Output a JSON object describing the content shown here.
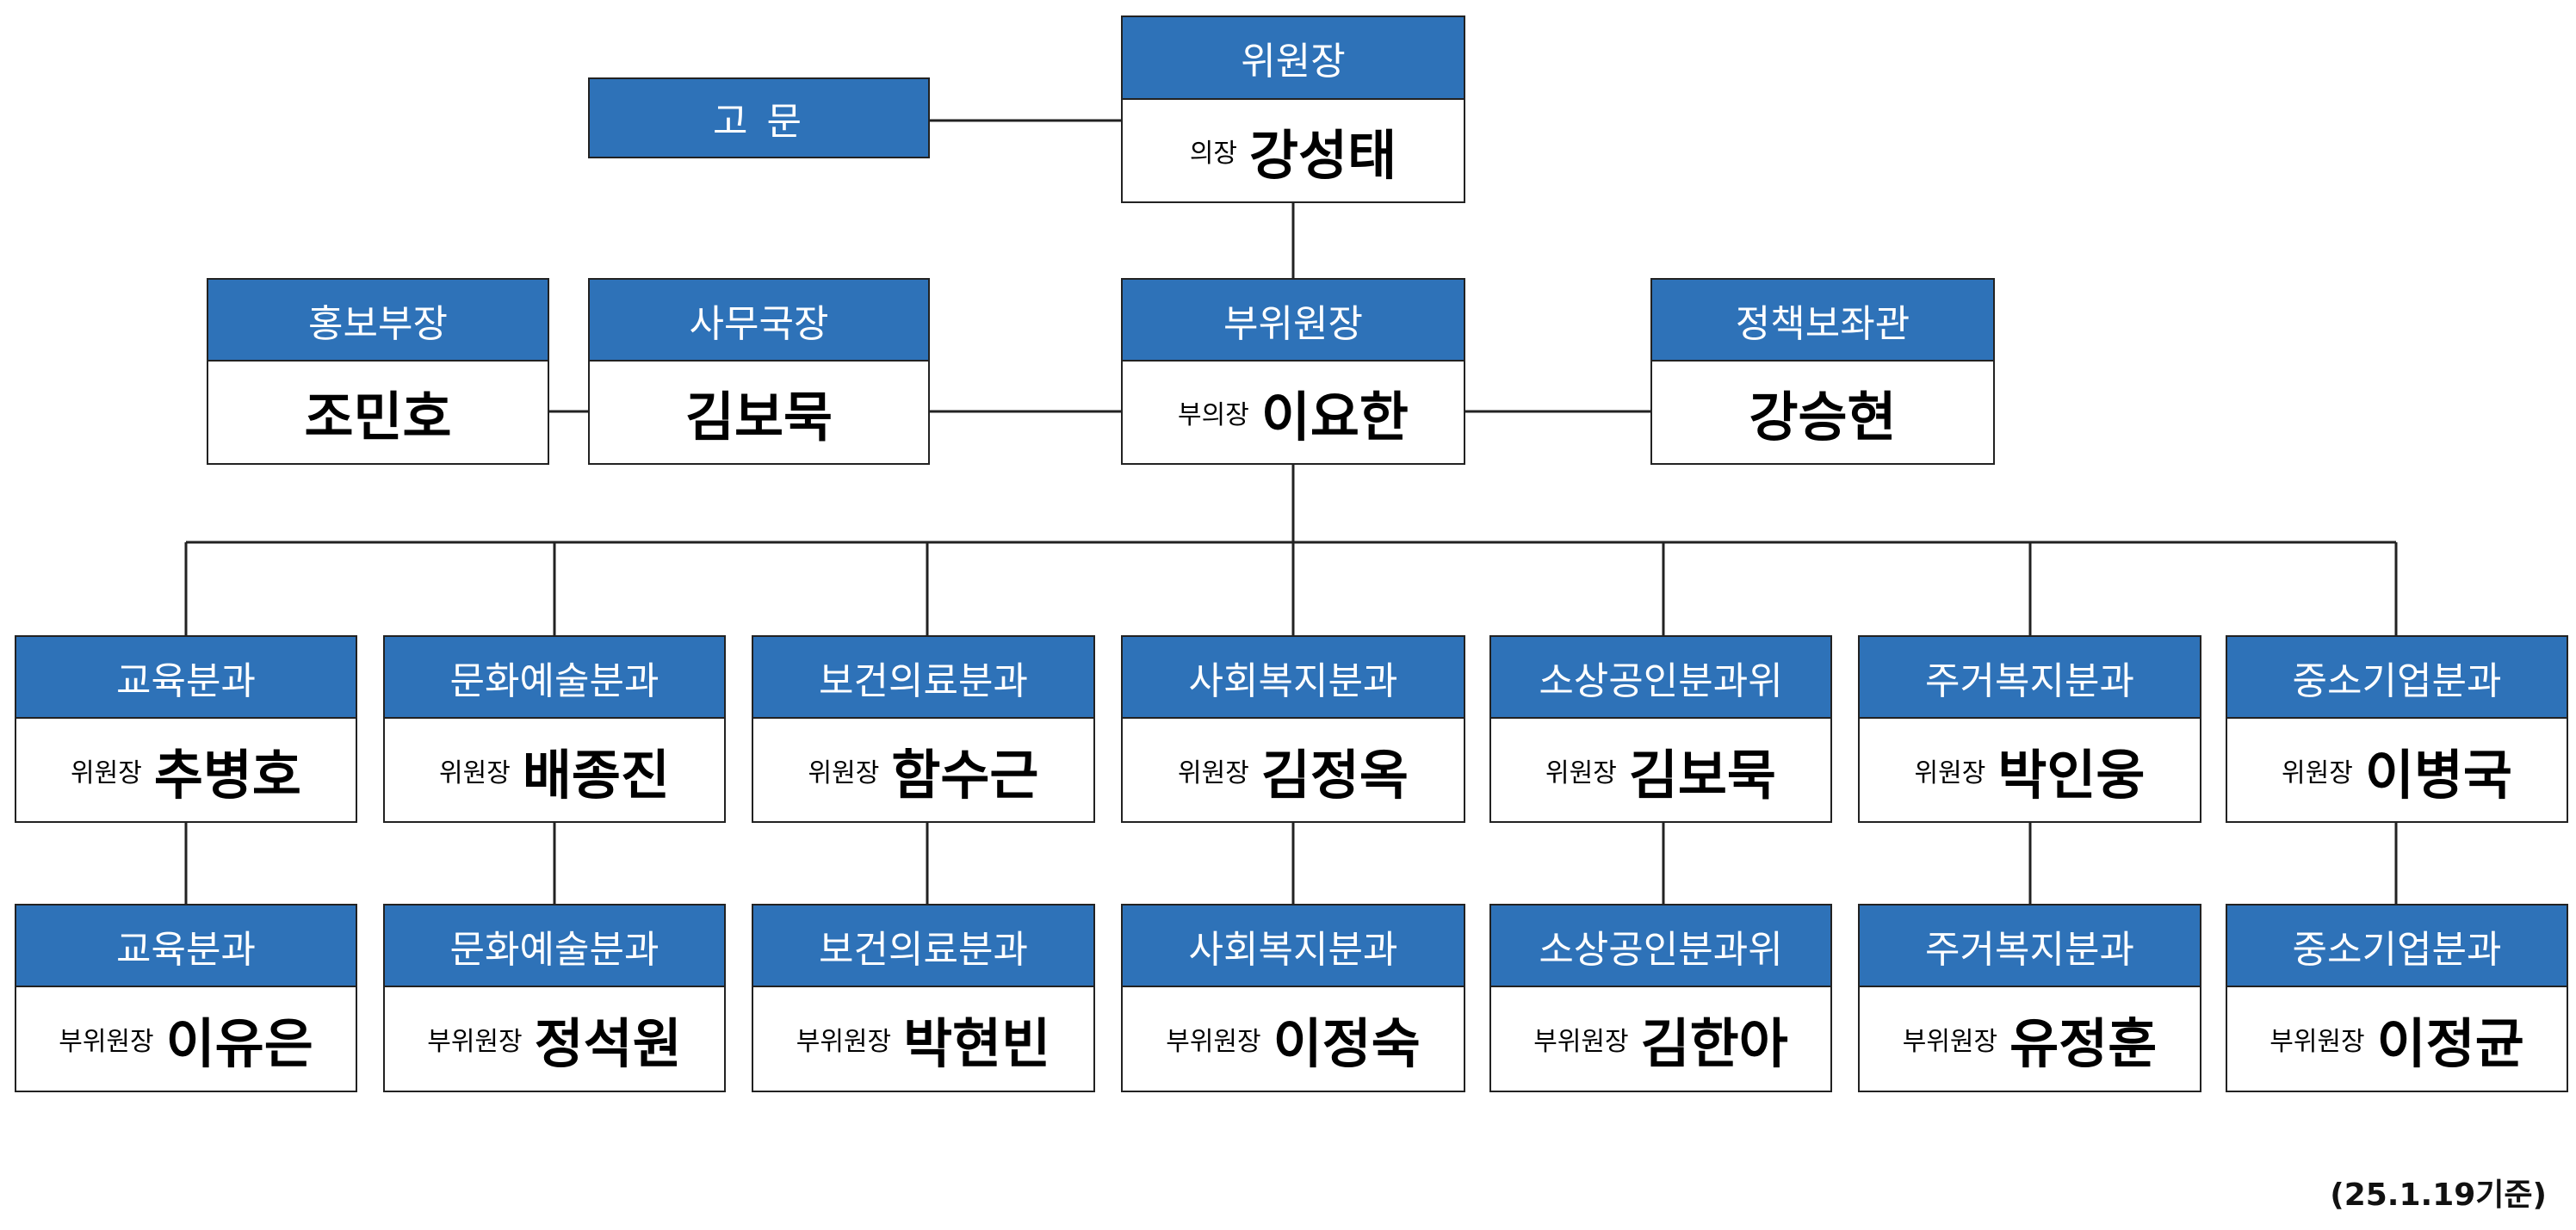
{
  "colors": {
    "header": "#2e72b8",
    "border": "#222222",
    "line": "#222222"
  },
  "advisor": {
    "title": "고 문"
  },
  "chair": {
    "title": "위원장",
    "role": "의장",
    "name": "강성태"
  },
  "pr_head": {
    "title": "홍보부장",
    "name": "조민호"
  },
  "secretary": {
    "title": "사무국장",
    "name": "김보묵"
  },
  "vice_chair": {
    "title": "부위원장",
    "role": "부의장",
    "name": "이요한"
  },
  "policy_aide": {
    "title": "정책보좌관",
    "name": "강승현"
  },
  "committees": [
    {
      "title": "교육분과",
      "chair_role": "위원장",
      "chair_name": "추병호",
      "vice_role": "부위원장",
      "vice_name": "이유은"
    },
    {
      "title": "문화예술분과",
      "chair_role": "위원장",
      "chair_name": "배종진",
      "vice_role": "부위원장",
      "vice_name": "정석원"
    },
    {
      "title": "보건의료분과",
      "chair_role": "위원장",
      "chair_name": "함수근",
      "vice_role": "부위원장",
      "vice_name": "박현빈"
    },
    {
      "title": "사회복지분과",
      "chair_role": "위원장",
      "chair_name": "김정옥",
      "vice_role": "부위원장",
      "vice_name": "이정숙"
    },
    {
      "title": "소상공인분과위",
      "chair_role": "위원장",
      "chair_name": "김보묵",
      "vice_role": "부위원장",
      "vice_name": "김한아"
    },
    {
      "title": "주거복지분과",
      "chair_role": "위원장",
      "chair_name": "박인웅",
      "vice_role": "부위원장",
      "vice_name": "유정훈"
    },
    {
      "title": "중소기업분과",
      "chair_role": "위원장",
      "chair_name": "이병국",
      "vice_role": "부위원장",
      "vice_name": "이정균"
    }
  ],
  "basis_note": "(25.1.19기준)"
}
